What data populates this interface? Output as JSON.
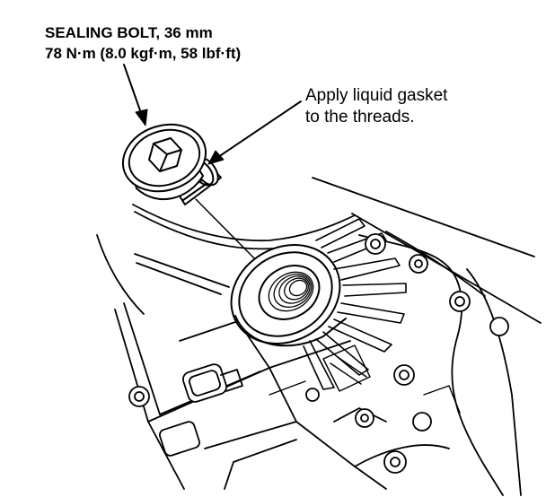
{
  "callouts": {
    "bolt_name": "SEALING BOLT, 36 mm",
    "bolt_torque": "78 N·m (8.0 kgf·m, 58 lbf·ft)",
    "gasket_line1": "Apply liquid gasket",
    "gasket_line2": "to the threads."
  },
  "colors": {
    "ink": "#000000",
    "paper": "#ffffff"
  },
  "icons": [
    "hex-socket-icon",
    "arrow-icon"
  ]
}
